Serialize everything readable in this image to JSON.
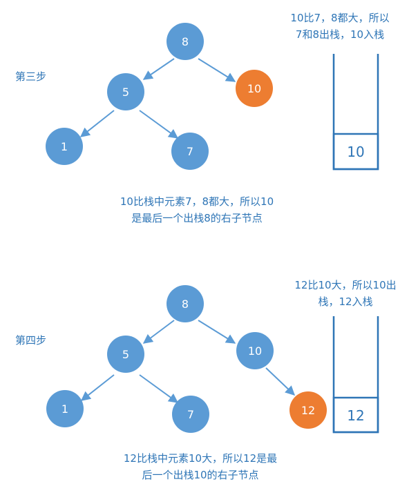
{
  "step3": {
    "step_label": "第三步",
    "note_line1": "10比7，8都大，所以",
    "note_line2": "7和8出栈，10入栈",
    "caption_line1": "10比栈中元素7，8都大，所以10",
    "caption_line2": "是最后一个出栈8的右子节点",
    "nodes": {
      "root": "8",
      "left": "5",
      "right": "10",
      "ll": "1",
      "lr": "7"
    },
    "stack_item": "10"
  },
  "step4": {
    "step_label": "第四步",
    "note_line1": "12比10大，所以10出",
    "note_line2": "栈，12入栈",
    "caption_line1": "12比栈中元素10大，所以12是最",
    "caption_line2": "后一个出栈10的右子节点",
    "nodes": {
      "root": "8",
      "left": "5",
      "right": "10",
      "ll": "1",
      "lr": "7",
      "rr": "12"
    },
    "stack_item": "12"
  },
  "colors": {
    "node": "#5b9bd5",
    "highlight": "#ed7d31",
    "text": "#2e75b6"
  }
}
